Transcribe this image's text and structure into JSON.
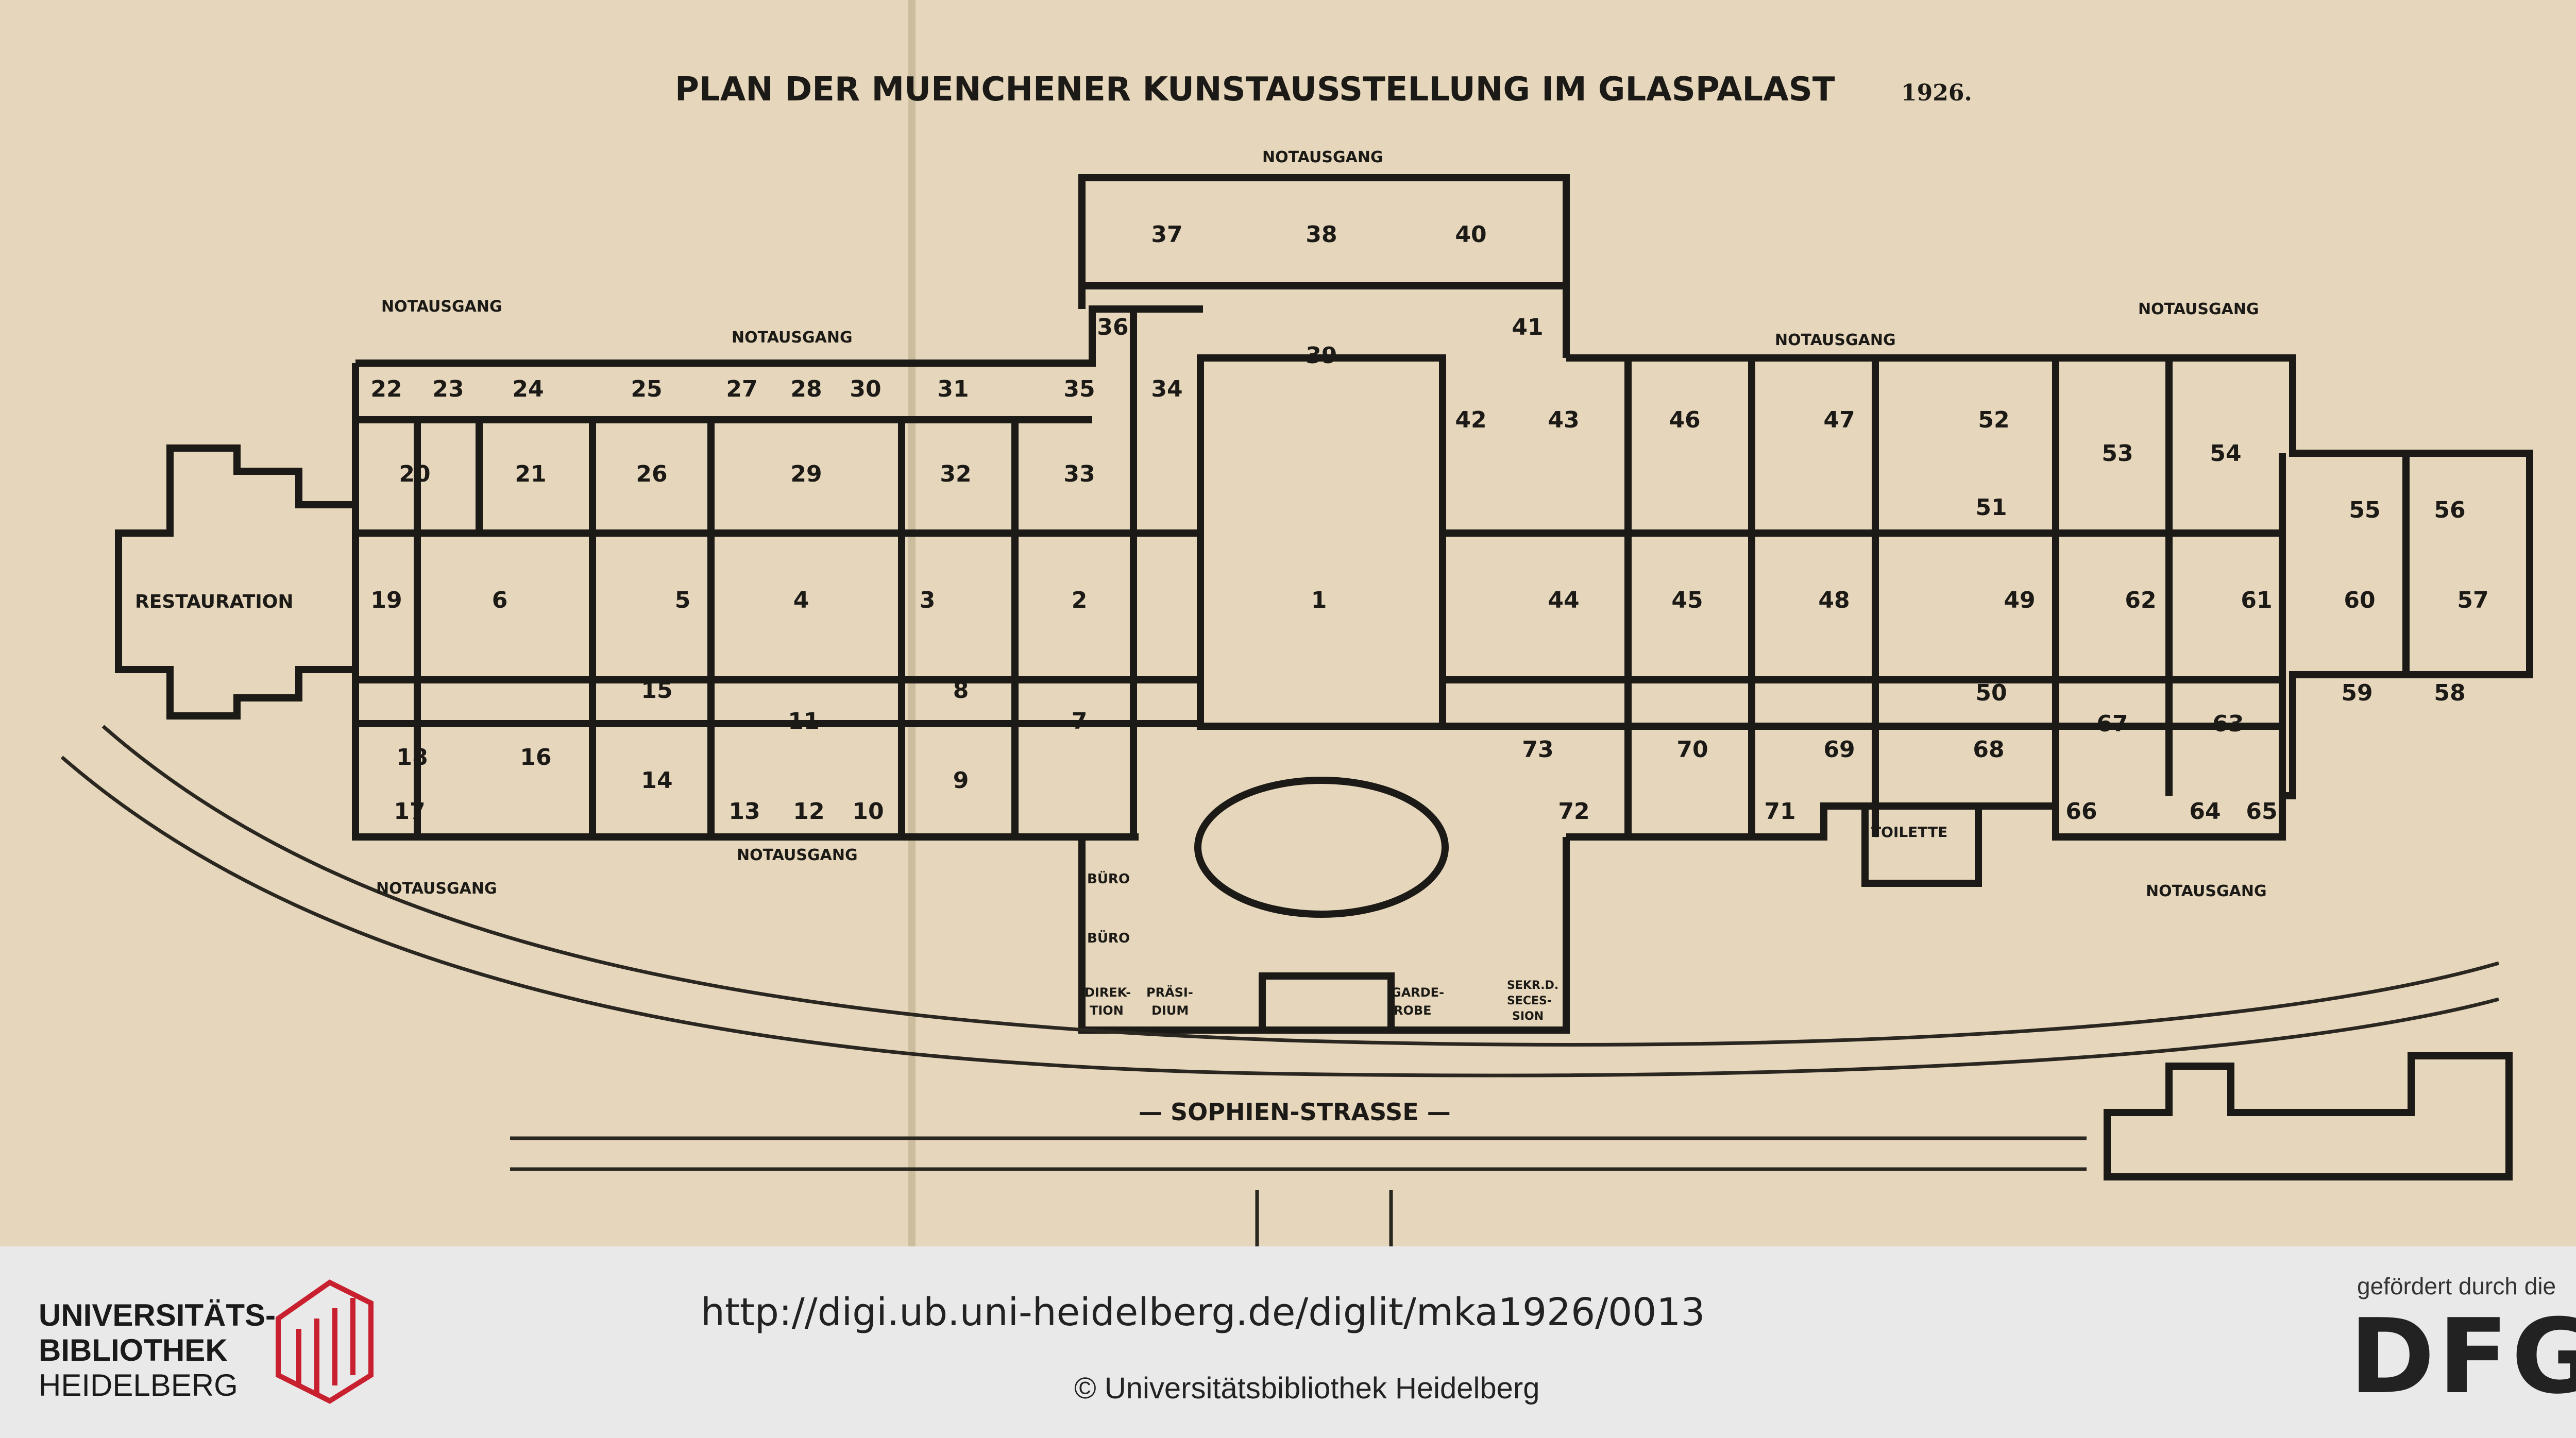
{
  "plan": {
    "title": "PLAN DER MUENCHENER KUNSTAUSSTELLUNG IM GLASPALAST",
    "year": "1926.",
    "street": "— SOPHIEN-STRASSE —",
    "restauration": "RESTAURATION",
    "toilette": "TOILETTE",
    "exits": [
      "NOTAUSGANG",
      "NOTAUSGANG",
      "NOTAUSGANG",
      "NOTAUSGANG",
      "NOTAUSGANG",
      "NOTAUSGANG",
      "NOTAUSGANG",
      "NOTAUSGANG"
    ],
    "offices": [
      "BÜRO",
      "BÜRO",
      "DIREK-",
      "TION",
      "PRÄSI-",
      "DIUM",
      "GARDE-",
      "ROBE",
      "SEKR.D.",
      "SECES-",
      "SION"
    ],
    "rooms": [
      "1",
      "2",
      "3",
      "4",
      "5",
      "6",
      "7",
      "8",
      "9",
      "10",
      "11",
      "12",
      "13",
      "14",
      "15",
      "16",
      "17",
      "18",
      "19",
      "20",
      "21",
      "22",
      "23",
      "24",
      "25",
      "26",
      "27",
      "28",
      "29",
      "30",
      "31",
      "32",
      "33",
      "34",
      "35",
      "36",
      "37",
      "38",
      "39",
      "40",
      "41",
      "42",
      "43",
      "44",
      "45",
      "46",
      "47",
      "48",
      "49",
      "50",
      "51",
      "52",
      "53",
      "54",
      "55",
      "56",
      "57",
      "58",
      "59",
      "60",
      "61",
      "62",
      "63",
      "64",
      "65",
      "66",
      "67",
      "68",
      "69",
      "70",
      "71",
      "72",
      "73"
    ]
  },
  "footer": {
    "library_line1": "UNIVERSITÄTS-",
    "library_line2": "BIBLIOTHEK",
    "library_line3": "HEIDELBERG",
    "url": "http://digi.ub.uni-heidelberg.de/diglit/mka1926/0013",
    "copyright": "© Universitätsbibliothek Heidelberg",
    "funding": "gefördert durch die",
    "funder_logo": "DFG",
    "logo_color": "#c8202f"
  }
}
